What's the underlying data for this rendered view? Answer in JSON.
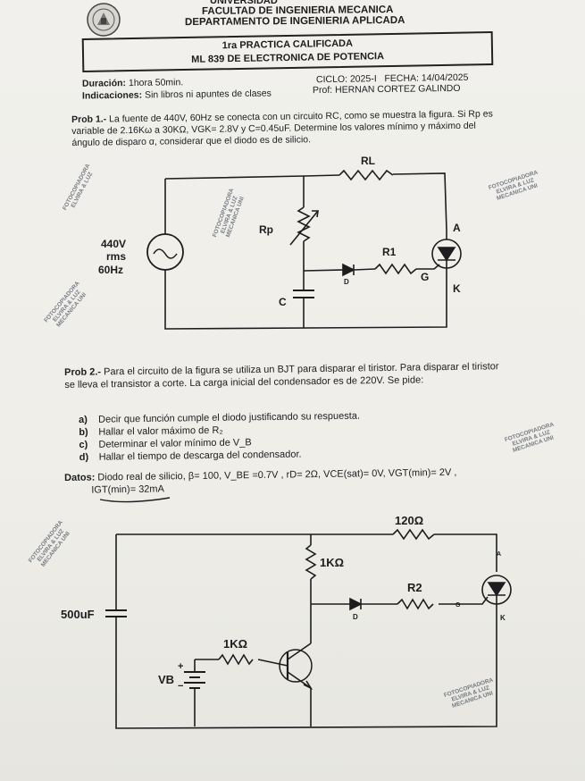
{
  "header": {
    "university": "UNIVERSIDAD",
    "faculty": "FACULTAD DE INGENIERIA MECANICA",
    "department": "DEPARTAMENTO DE INGENIERIA APLICADA"
  },
  "title": {
    "line1": "1ra PRACTICA CALIFICADA",
    "line2": "ML 839 DE ELECTRONICA DE POTENCIA"
  },
  "meta": {
    "duration_label": "Duración:",
    "duration_value": "1hora 50min.",
    "indications_label": "Indicaciones:",
    "indications_value": "Sin libros ni apuntes de clases",
    "cycle": "CICLO: 2025-I",
    "date": "FECHA: 14/04/2025",
    "prof": "Prof: HERNAN CORTEZ GALINDO"
  },
  "prob1": {
    "label": "Prob 1.-",
    "text": "La fuente de 440V, 60Hz se conecta con un circuito RC, como se muestra la figura. Si Rp es variable de 2.16Kω a 30KΩ, VGK= 2.8V y C=0.45uF. Determine los valores mínimo y máximo del ángulo de disparo α, considerar que el diodo es de silicio."
  },
  "circuit1": {
    "source_v": "440V",
    "source_rms": "rms",
    "source_f": "60Hz",
    "rl": "RL",
    "rp": "Rp",
    "r1": "R1",
    "c": "C",
    "d": "D",
    "a": "A",
    "g": "G",
    "k": "K"
  },
  "prob2": {
    "label": "Prob 2.-",
    "text": "Para el circuito de la figura se utiliza un BJT para disparar el tiristor. Para disparar el tiristor se lleva el transistor a corte. La carga inicial del condensador es de 220V. Se pide:",
    "items": [
      {
        "letter": "a)",
        "text": "Decir que función cumple el diodo justificando su respuesta."
      },
      {
        "letter": "b)",
        "text": "Hallar el valor máximo de R₂"
      },
      {
        "letter": "c)",
        "text": "Determinar el valor mínimo de V_B"
      },
      {
        "letter": "d)",
        "text": "Hallar el tiempo de descarga del condensador."
      }
    ],
    "datos_label": "Datos:",
    "datos_text": "Diodo real de silicio, β= 100, V_BE =0.7V , rD= 2Ω,  VCE(sat)= 0V, VGT(min)= 2V ,",
    "datos_text2": "IGT(min)= 32mA"
  },
  "circuit2": {
    "r120": "120Ω",
    "r1k_top": "1KΩ",
    "r2": "R2",
    "cap": "500uF",
    "d": "D",
    "g": "G",
    "a": "A",
    "k": "K",
    "r1k_base": "1KΩ",
    "vb": "VB",
    "plus": "+",
    "minus": "−"
  },
  "stamps": {
    "line1": "FOTOCOPIADORA",
    "line2": "ELVIRA & LUZ",
    "line3": "MECANICA UNI"
  },
  "colors": {
    "ink": "#1d1d1f",
    "paper": "#efeee9",
    "stamp": "#4e5663"
  }
}
